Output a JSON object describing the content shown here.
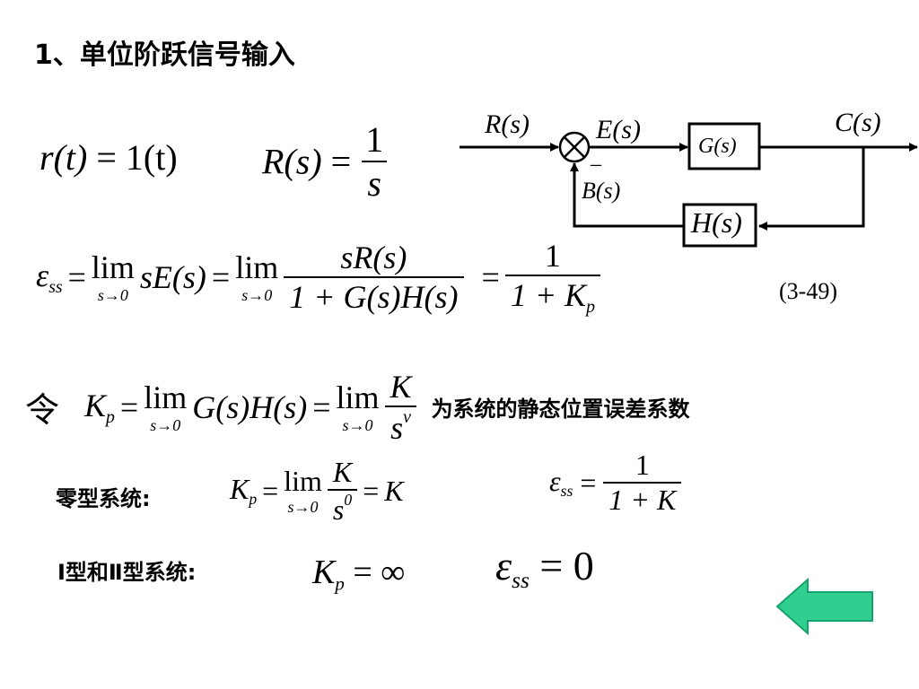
{
  "title": "1、单位阶跃信号输入",
  "eq_r": {
    "lhs": "r(t)",
    "eq": "=",
    "rhs": "1(t)"
  },
  "eq_R": {
    "lhs": "R(s)",
    "eq": "=",
    "num": "1",
    "den": "s"
  },
  "diagram": {
    "input": "R(s)",
    "error": "E(s)",
    "output": "C(s)",
    "forward": "G(s)",
    "feedback_block": "H(s)",
    "feedback_signal": "B(s)",
    "minus": "_"
  },
  "eq_ess": {
    "lhs": "ε",
    "lhs_sub": "ss",
    "eq1": "=",
    "lim1": "lim",
    "lim1_sub": "s→0",
    "term": "sE(s)",
    "eq2": "=",
    "lim2": "lim",
    "lim2_sub": "s→0",
    "num": "sR(s)",
    "den": "1 + G(s)H(s)",
    "eq3": "=",
    "num2": "1",
    "den2": "1 + K",
    "den2_sub": "p",
    "number": "(3-49)"
  },
  "kp_def": {
    "prefix": "令",
    "lhs": "K",
    "lhs_sub": "p",
    "eq1": "=",
    "lim1": "lim",
    "lim1_sub": "s→0",
    "term": "G(s)H(s)",
    "eq2": "=",
    "lim2": "lim",
    "lim2_sub": "s→0",
    "num": "K",
    "den": "s",
    "den_sup": "ν",
    "desc": "为系统的静态位置误差系数"
  },
  "type0": {
    "label": "零型系统:",
    "lhs": "K",
    "lhs_sub": "p",
    "eq1": "=",
    "lim": "lim",
    "lim_sub": "s→0",
    "num": "K",
    "den": "s",
    "den_sup": "0",
    "eq2": "=",
    "rhs": "K",
    "ess_lhs": "ε",
    "ess_sub": "ss",
    "ess_eq": "=",
    "ess_num": "1",
    "ess_den": "1 + K"
  },
  "type12": {
    "label": "Ⅰ型和Ⅱ型系统:",
    "lhs": "K",
    "lhs_sub": "p",
    "eq": "=",
    "rhs": "∞",
    "ess_lhs": "ε",
    "ess_sub": "ss",
    "ess_eq": "=",
    "ess_rhs": "0"
  },
  "nav": {
    "back_color": "#2ecf8f",
    "back_icon": "back-arrow-icon"
  }
}
